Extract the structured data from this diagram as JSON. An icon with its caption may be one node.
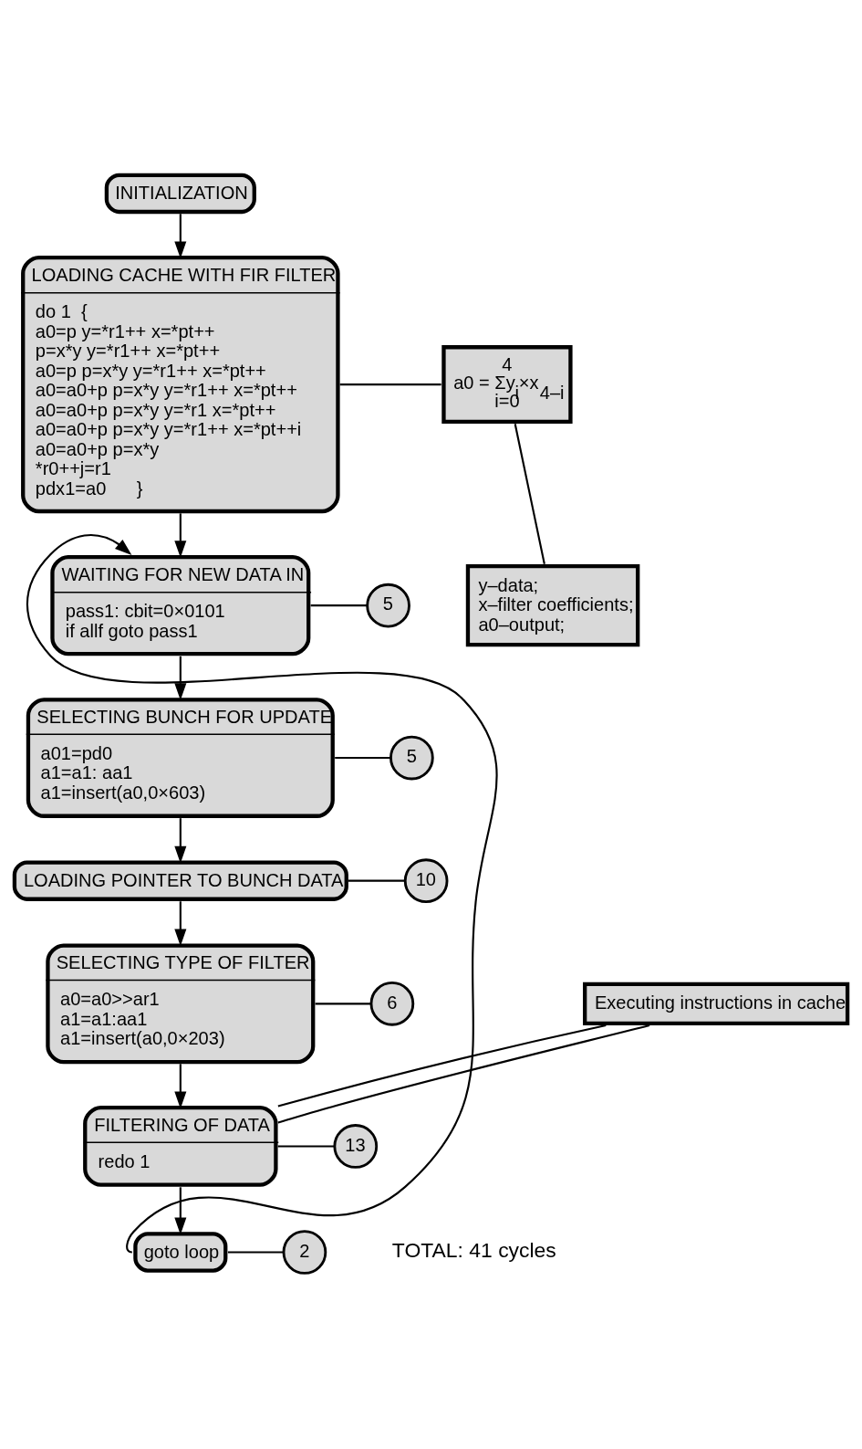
{
  "diagram": {
    "nodes": [
      {
        "text": [
          "INITIALIZATION"
        ]
      },
      {
        "text": [
          "LOADING CACHE WITH FIR FILTER",
          "do 1  {",
          "a0=p y=*r1++ x=*pt++",
          "p=x*y y=*r1++ x=*pt++",
          "a0=p p=x*y y=*r1++ x=*pt++",
          "a0=a0+p p=x*y y=*r1++ x=*pt++",
          "a0=a0+p p=x*y y=*r1 x=*pt++",
          "a0=a0+p p=x*y y=*r1++ x=*pt++i",
          "a0=a0+p p=x*y",
          "*r0++j=r1",
          "pdx1=a0      }"
        ]
      },
      {
        "text": [
          "4",
          "a0 = Σy$_{i}$×x$_{4–i}$",
          "i=0"
        ]
      },
      {
        "text": [
          "y–data;",
          "x–filter coefficients;",
          "a0–output;"
        ]
      },
      {
        "text": [
          "WAITING FOR NEW DATA IN",
          "pass1: cbit=0×0101",
          "if allf goto pass1"
        ]
      },
      {
        "text": [
          "5"
        ]
      },
      {
        "text": [
          "SELECTING BUNCH FOR UPDATE",
          "a01=pd0",
          "a1=a1: aa1",
          "a1=insert(a0,0×603)"
        ]
      },
      {
        "text": [
          "5"
        ]
      },
      {
        "text": [
          "LOADING POINTER TO BUNCH DATA"
        ]
      },
      {
        "text": [
          "10"
        ]
      },
      {
        "text": [
          "SELECTING TYPE OF FILTER",
          "a0=a0>>ar1",
          "a1=a1:aa1",
          "a1=insert(a0,0×203)"
        ]
      },
      {
        "text": [
          "6"
        ]
      },
      {
        "text": [
          "Executing instructions in cache"
        ]
      },
      {
        "text": [
          "FILTERING OF DATA",
          "redo 1"
        ]
      },
      {
        "text": [
          "13"
        ]
      },
      {
        "text": [
          "goto loop"
        ]
      },
      {
        "text": [
          "2"
        ]
      }
    ],
    "edges": [
      {
        "from": 0,
        "to": 1,
        "arrow": "to"
      },
      {
        "from": 1,
        "to": 2,
        "arrow": "none"
      },
      {
        "from": 2,
        "to": 3,
        "arrow": "none"
      },
      {
        "from": 1,
        "to": 4,
        "arrow": "to"
      },
      {
        "from": 15,
        "to": 4,
        "arrow": "to"
      },
      {
        "from": 4,
        "to": 5,
        "arrow": "none"
      },
      {
        "from": 4,
        "to": 6,
        "arrow": "to"
      },
      {
        "from": 6,
        "to": 7,
        "arrow": "none"
      },
      {
        "from": 6,
        "to": 8,
        "arrow": "to"
      },
      {
        "from": 8,
        "to": 9,
        "arrow": "none"
      },
      {
        "from": 8,
        "to": 10,
        "arrow": "to"
      },
      {
        "from": 10,
        "to": 11,
        "arrow": "none"
      },
      {
        "from": 10,
        "to": 13,
        "arrow": "to"
      },
      {
        "from": 12,
        "to": 13,
        "arrow": "none"
      },
      {
        "from": 12,
        "to": 13,
        "arrow": "none"
      },
      {
        "from": 13,
        "to": 14,
        "arrow": "none"
      },
      {
        "from": 13,
        "to": 15,
        "arrow": "to"
      },
      {
        "from": 15,
        "to": 16,
        "arrow": "none"
      }
    ],
    "labels": [
      "TOTAL: 41 cycles"
    ]
  }
}
